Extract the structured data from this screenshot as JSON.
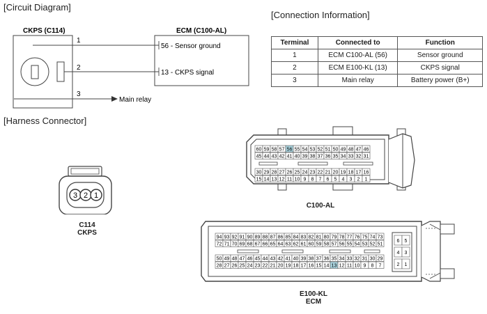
{
  "circuit": {
    "section_title": "[Circuit Diagram]",
    "sensor_label": "CKPS (C114)",
    "ecm_label": "ECM (C100-AL)",
    "wires": [
      {
        "num": "1",
        "ecm_text": "56 - Sensor ground"
      },
      {
        "num": "2",
        "ecm_text": "13 - CKPS signal"
      },
      {
        "num": "3",
        "dest_text": "Main relay"
      }
    ]
  },
  "connection": {
    "section_title": "[Connection Information]",
    "headers": [
      "Terminal",
      "Connected to",
      "Function"
    ],
    "rows": [
      [
        "1",
        "ECM C100-AL (56)",
        "Sensor ground"
      ],
      [
        "2",
        "ECM E100-KL (13)",
        "CKPS signal"
      ],
      [
        "3",
        "Main relay",
        "Battery power (B+)"
      ]
    ]
  },
  "harness": {
    "section_title": "[Harness Connector]",
    "c114": {
      "pins": [
        "3",
        "2",
        "1"
      ],
      "label_line1": "C114",
      "label_line2": "CKPS"
    },
    "c100": {
      "label": "C100-AL",
      "rows": [
        [
          "60",
          "59",
          "58",
          "57",
          "56",
          "55",
          "54",
          "53",
          "52",
          "51",
          "50",
          "49",
          "48",
          "47",
          "46"
        ],
        [
          "45",
          "44",
          "43",
          "42",
          "41",
          "40",
          "39",
          "38",
          "37",
          "36",
          "35",
          "34",
          "33",
          "32",
          "31"
        ],
        [
          "30",
          "29",
          "28",
          "27",
          "26",
          "25",
          "24",
          "23",
          "22",
          "21",
          "20",
          "19",
          "18",
          "17",
          "16"
        ],
        [
          "15",
          "14",
          "13",
          "12",
          "11",
          "10",
          "9",
          "8",
          "7",
          "6",
          "5",
          "4",
          "3",
          "2",
          "1"
        ]
      ],
      "highlight": "56"
    },
    "e100": {
      "label_line1": "E100-KL",
      "label_line2": "ECM",
      "rows": [
        [
          "94",
          "93",
          "92",
          "91",
          "90",
          "89",
          "88",
          "87",
          "86",
          "85",
          "84",
          "83",
          "82",
          "81",
          "80",
          "79",
          "78",
          "77",
          "76",
          "75",
          "74",
          "73"
        ],
        [
          "72",
          "71",
          "70",
          "69",
          "68",
          "67",
          "66",
          "65",
          "64",
          "63",
          "62",
          "61",
          "60",
          "59",
          "58",
          "57",
          "56",
          "55",
          "54",
          "53",
          "52",
          "51"
        ],
        [
          "50",
          "49",
          "48",
          "47",
          "46",
          "45",
          "44",
          "43",
          "42",
          "41",
          "40",
          "39",
          "38",
          "37",
          "36",
          "35",
          "34",
          "33",
          "32",
          "31",
          "30",
          "29"
        ],
        [
          "28",
          "27",
          "26",
          "25",
          "24",
          "23",
          "22",
          "21",
          "20",
          "19",
          "18",
          "17",
          "16",
          "15",
          "14",
          "13",
          "12",
          "11",
          "10",
          "9",
          "8",
          "7"
        ]
      ],
      "side_pins": [
        [
          "6",
          "5"
        ],
        [
          "4",
          "3"
        ],
        [
          "2",
          "1"
        ]
      ],
      "highlight": "13"
    },
    "highlight_color": "#a9d3de"
  }
}
